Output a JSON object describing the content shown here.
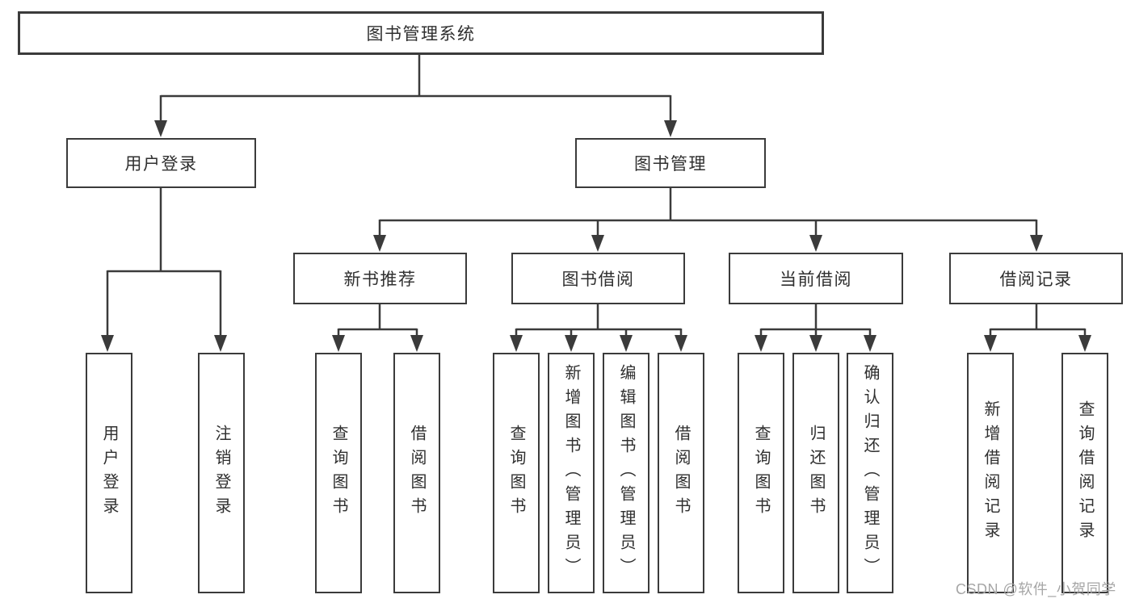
{
  "diagram": {
    "root_label": "图书管理系统",
    "branches": [
      {
        "label": "用户登录",
        "children": [
          {
            "label": "用户登录"
          },
          {
            "label": "注销登录"
          }
        ]
      },
      {
        "label": "图书管理",
        "children": [
          {
            "label": "新书推荐",
            "children": [
              {
                "label": "查询图书"
              },
              {
                "label": "借阅图书"
              }
            ]
          },
          {
            "label": "图书借阅",
            "children": [
              {
                "label": "查询图书"
              },
              {
                "label": "新增图书（管理员）"
              },
              {
                "label": "编辑图书（管理员）"
              },
              {
                "label": "借阅图书"
              }
            ]
          },
          {
            "label": "当前借阅",
            "children": [
              {
                "label": "查询图书"
              },
              {
                "label": "归还图书"
              },
              {
                "label": "确认归还（管理员）"
              }
            ]
          },
          {
            "label": "借阅记录",
            "children": [
              {
                "label": "新增借阅记录"
              },
              {
                "label": "查询借阅记录"
              }
            ]
          }
        ]
      }
    ]
  },
  "watermark": {
    "text": "CSDN @软件_小贺同学"
  },
  "colors": {
    "line": "#3b3b3b",
    "text": "#2f2f2f",
    "box_background": "#ffffff",
    "page_background": "#ffffff",
    "watermark": "#a6a6a6"
  }
}
